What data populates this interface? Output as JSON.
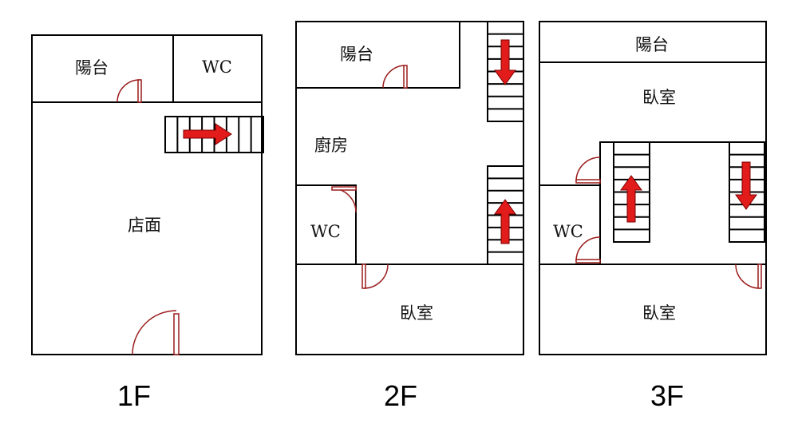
{
  "floors": [
    {
      "label": "1F",
      "rooms": {
        "balcony": "陽台",
        "wc": "WC",
        "shop": "店面"
      }
    },
    {
      "label": "2F",
      "rooms": {
        "balcony": "陽台",
        "kitchen": "廚房",
        "wc": "WC",
        "bedroom": "臥室"
      }
    },
    {
      "label": "3F",
      "rooms": {
        "balcony": "陽台",
        "bedroom_top": "臥室",
        "wc": "WC",
        "bedroom_bottom": "臥室"
      }
    }
  ],
  "colors": {
    "wall": "#000000",
    "door": "#9b1c1c",
    "arrow": "#e21b1b"
  }
}
